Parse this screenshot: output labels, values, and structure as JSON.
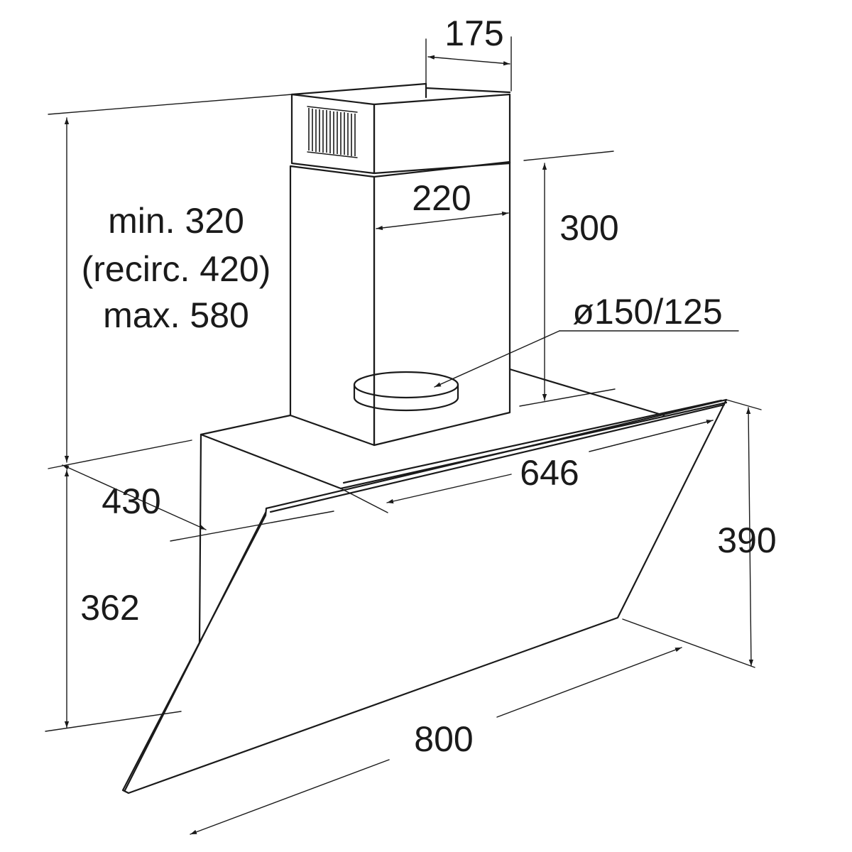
{
  "dimensions": {
    "chimney_depth": "175",
    "chimney_width": "220",
    "chimney_height_line1": "min. 320",
    "chimney_height_line2": "(recirc. 420)",
    "chimney_height_line3": "max. 580",
    "upper_duct_height": "300",
    "outlet_diameter": "ø150/125",
    "hood_depth": "430",
    "hood_inner_width": "646",
    "hood_side_height": "362",
    "glass_height": "390",
    "hood_width": "800"
  },
  "colors": {
    "line": "#1a1a1a",
    "background": "#ffffff"
  }
}
